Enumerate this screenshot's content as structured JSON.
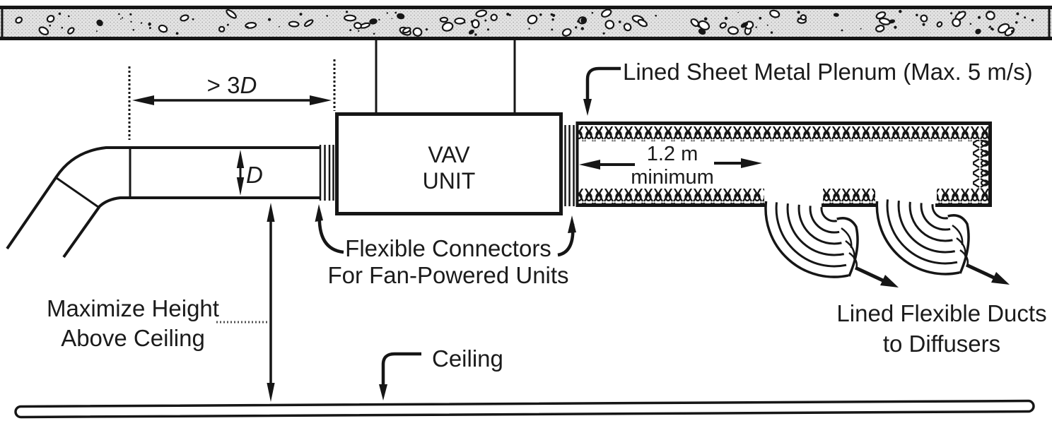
{
  "labels": {
    "dim_3d_prefix": "> 3",
    "dim_3d_d": "D",
    "dim_d": "D",
    "vav_line1": "VAV",
    "vav_line2": "UNIT",
    "plenum": "Lined Sheet Metal Plenum (Max. 5 m/s)",
    "plenum_dim_line1": "1.2 m",
    "plenum_dim_line2": "minimum",
    "flex_conn_line1": "Flexible Connectors",
    "flex_conn_line2": "For Fan-Powered Units",
    "max_height_line1": "Maximize Height",
    "max_height_line2": "Above Ceiling",
    "ceiling": "Ceiling",
    "flex_ducts_line1": "Lined Flexible Ducts",
    "flex_ducts_line2": "to Diffusers"
  },
  "colors": {
    "ink": "#161616",
    "paper": "#ffffff",
    "slab_fill": "#e3e3e3"
  }
}
